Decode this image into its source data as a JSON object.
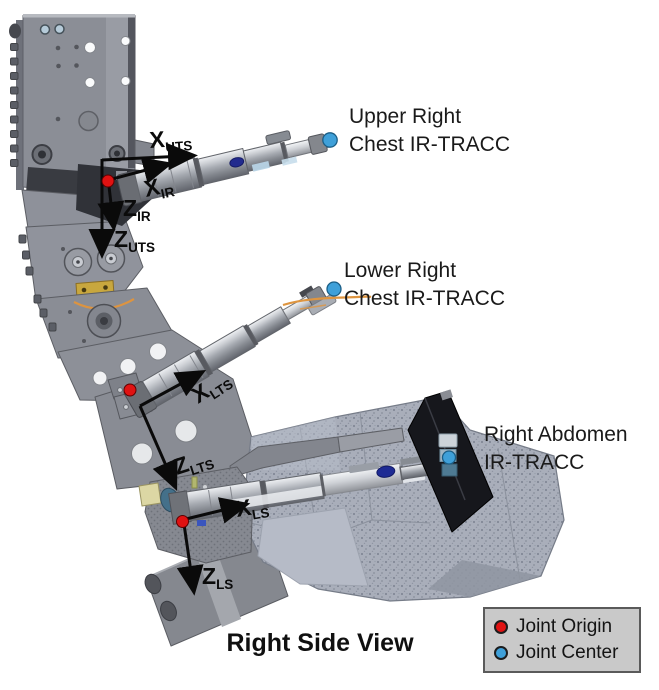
{
  "figure": {
    "caption": "Right Side View"
  },
  "component_labels": [
    {
      "id": "upper-right-chest",
      "line1": "Upper Right",
      "line2": "Chest IR-TRACC"
    },
    {
      "id": "lower-right-chest",
      "line1": "Lower Right",
      "line2": "Chest IR-TRACC"
    },
    {
      "id": "right-abdomen",
      "line1": "Right Abdomen",
      "line2": "IR-TRACC"
    }
  ],
  "axis_labels": [
    {
      "id": "uts-x",
      "letter": "X",
      "sub": "UTS"
    },
    {
      "id": "ir-x",
      "letter": "X",
      "sub": "IR"
    },
    {
      "id": "ir-z",
      "letter": "Z",
      "sub": "IR"
    },
    {
      "id": "uts-z",
      "letter": "Z",
      "sub": "UTS"
    },
    {
      "id": "lts-x",
      "letter": "X",
      "sub": "LTS"
    },
    {
      "id": "lts-z",
      "letter": "Z",
      "sub": "LTS"
    },
    {
      "id": "ls-x",
      "letter": "X",
      "sub": "LS"
    },
    {
      "id": "ls-z",
      "letter": "Z",
      "sub": "LS"
    }
  ],
  "legend": {
    "items": [
      {
        "label": "Joint Origin",
        "color": "#e01212"
      },
      {
        "label": "Joint Center",
        "color": "#3fa0d9"
      }
    ]
  },
  "markers": {
    "joint_origin_color": "#e01212",
    "joint_center_color": "#3fa0d9"
  }
}
